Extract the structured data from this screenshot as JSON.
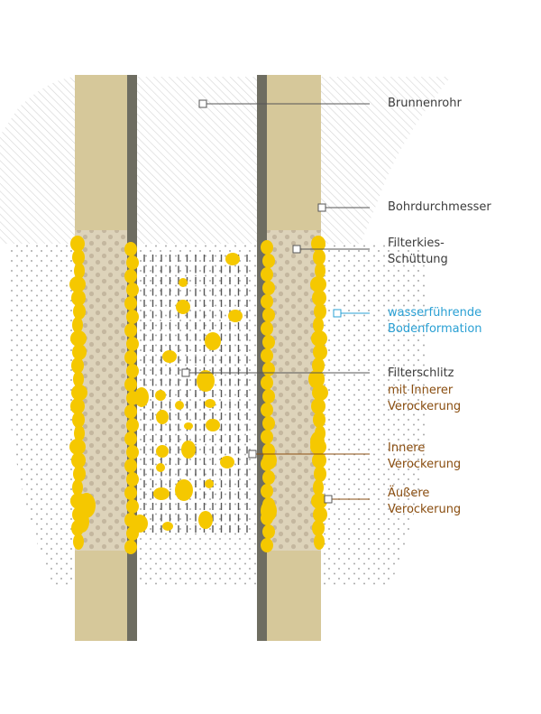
{
  "labels": {
    "brunnenrohr": "Brunnenrohr",
    "bohrdurchmesser": "Bohrdurchmesser",
    "filterkies_line1": "Filterkies-",
    "filterkies_line2": "Schüttung",
    "wasser_line1": "wasserführende",
    "wasser_line2": "Bodenformation",
    "filterschlitz_line1": "Filterschlitz",
    "filterschlitz_line2": "mit Innerer",
    "filterschlitz_line3": "Verockerung",
    "innere_line1": "Innere",
    "innere_line2": "Verockerung",
    "aeussere_line1": "Äußere",
    "aeussere_line2": "Verockerung"
  },
  "colors": {
    "label_dark": "#3c3c3c",
    "label_blue": "#2aa0d4",
    "label_brown": "#8a4e10",
    "borehole_sand": "#d6c89a",
    "gravel_fill": "#ddd2b8",
    "gravel_dot": "#bdb09a",
    "pipe_wall": "#6e6d61",
    "ochre": "#f5c800",
    "hatch": "#c8c8c8"
  }
}
